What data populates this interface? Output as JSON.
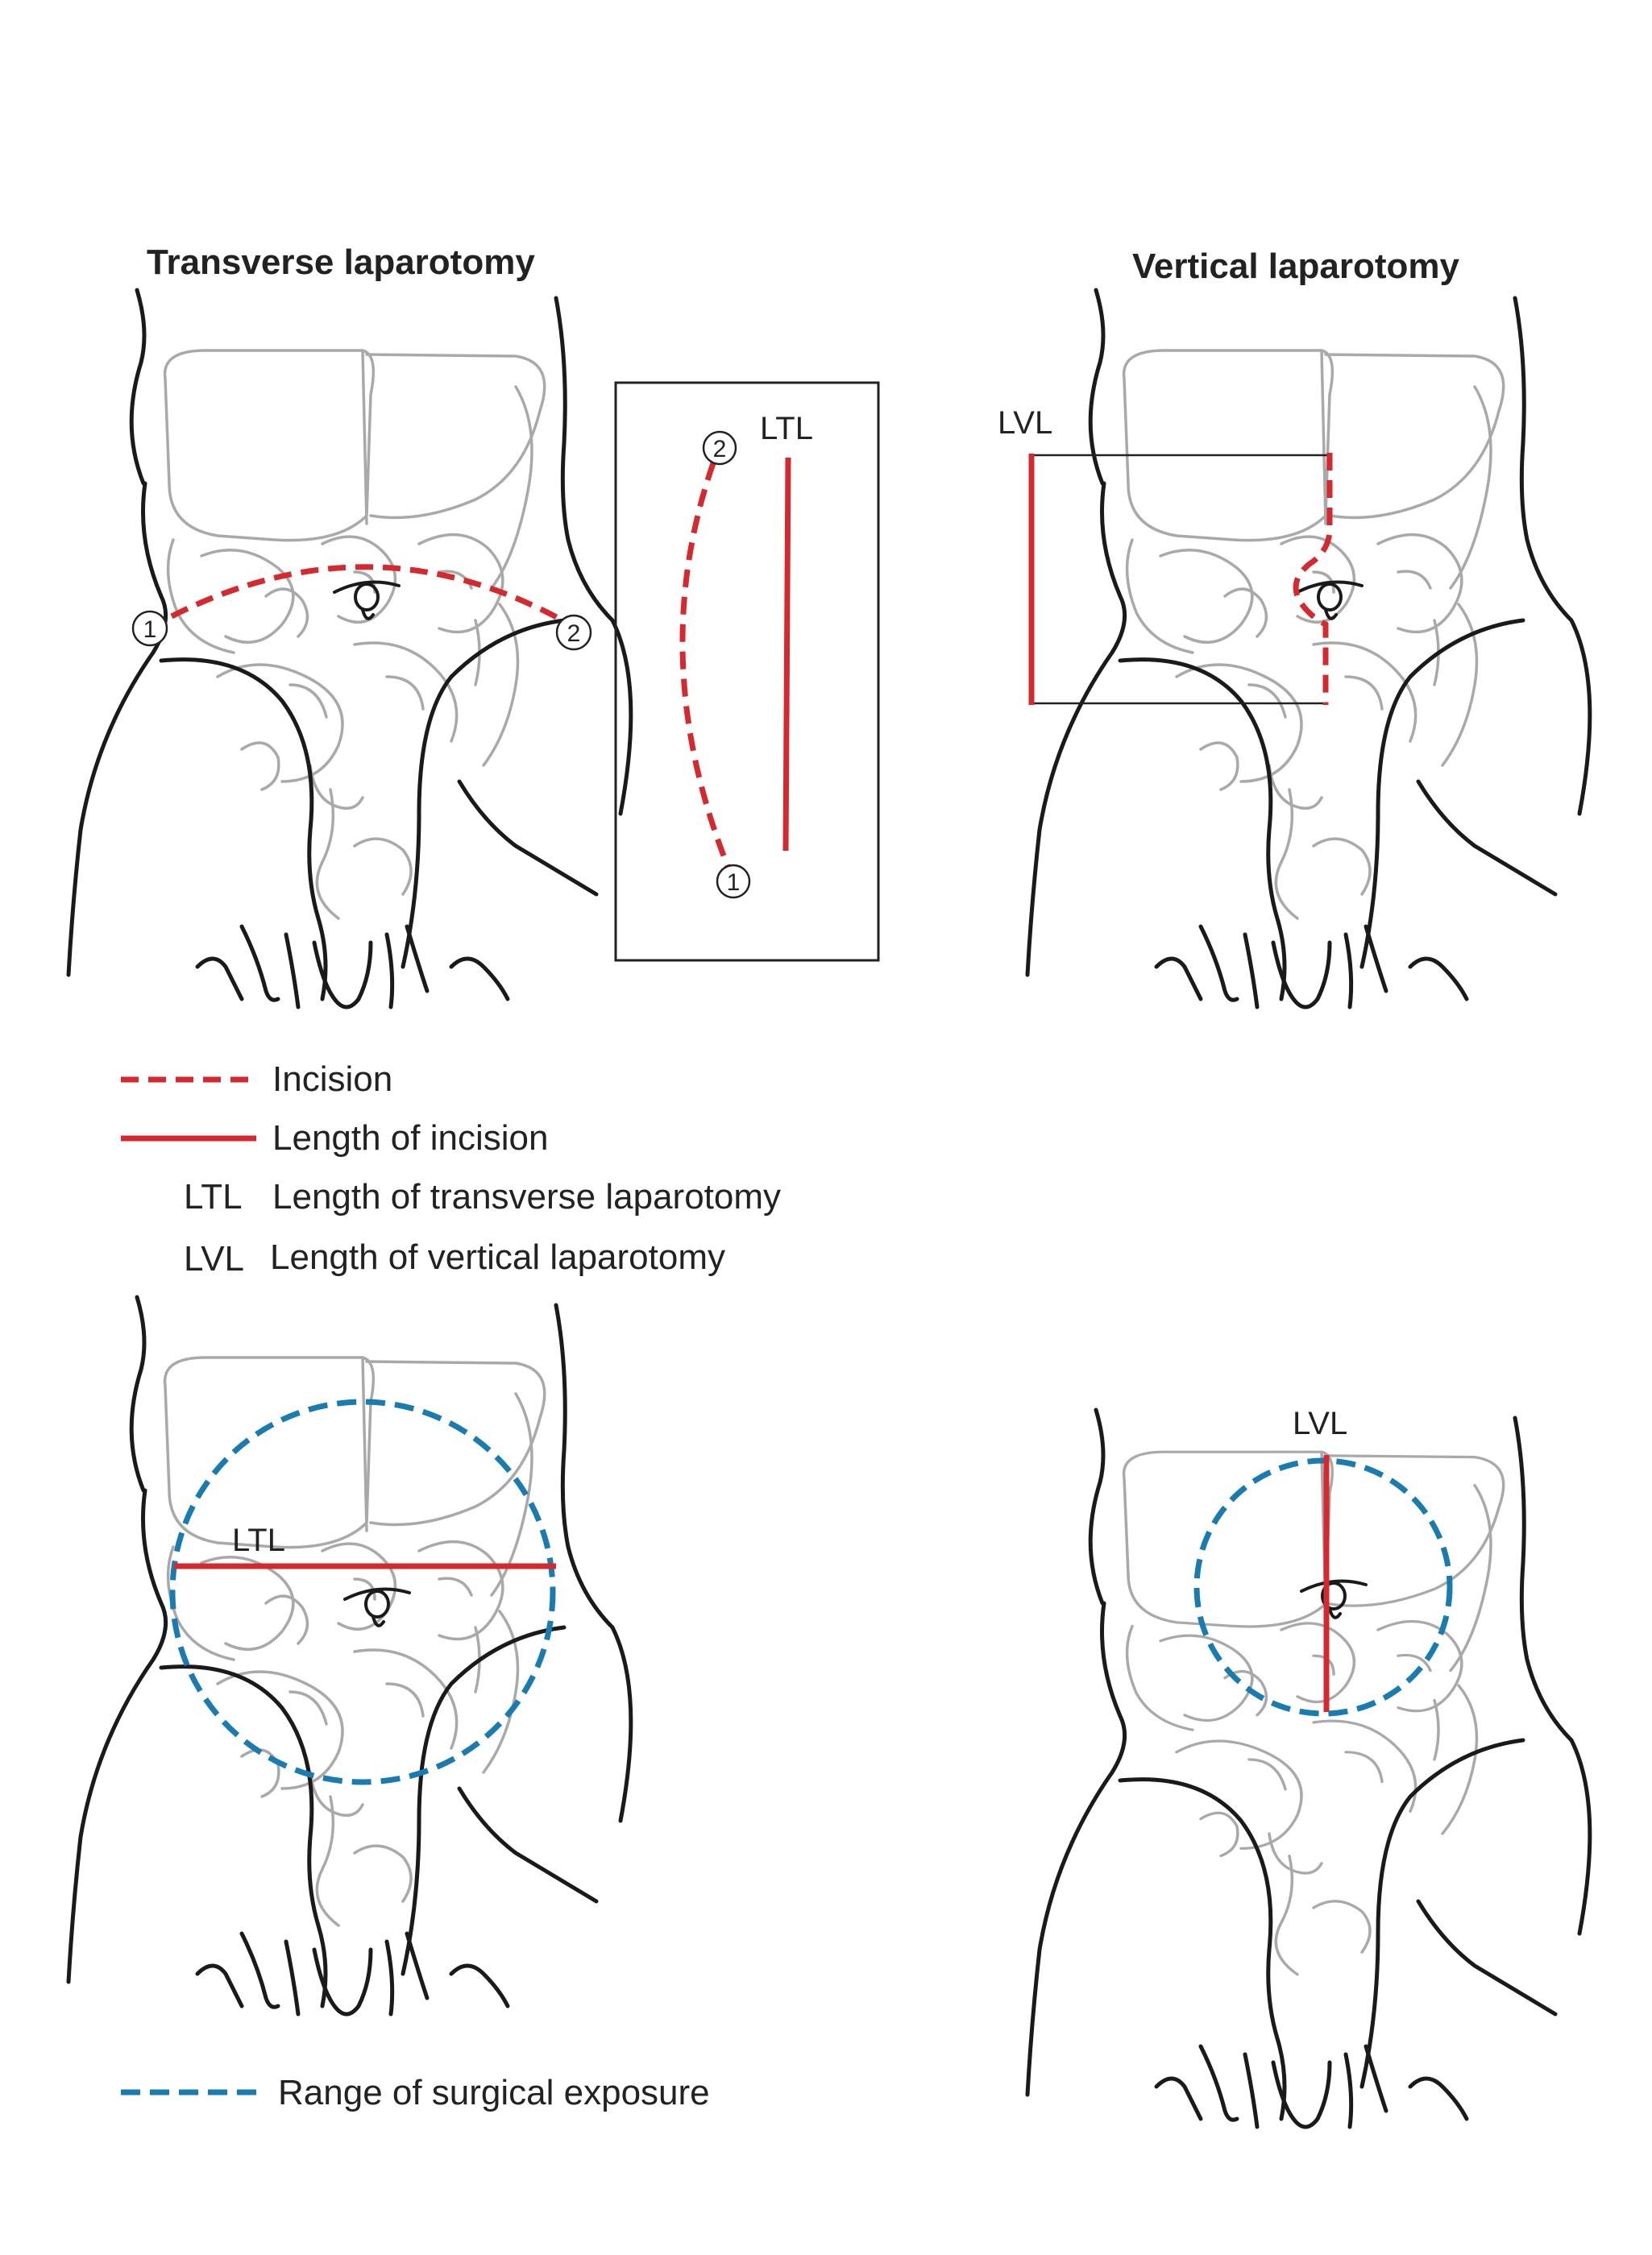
{
  "titles": {
    "transverse": "Transverse laparotomy",
    "vertical": "Vertical laparotomy"
  },
  "labels": {
    "ltl": "LTL",
    "lvl": "LVL",
    "point1": "1",
    "point2": "2"
  },
  "legend": {
    "incision": "Incision",
    "length_of_incision": "Length of incision",
    "ltl_abbr": "LTL",
    "ltl_text": "Length of transverse laparotomy",
    "lvl_abbr": "LVL",
    "lvl_text": "Length of vertical laparotomy",
    "exposure": "Range of surgical exposure"
  },
  "colors": {
    "incision_red": "#d42a2f",
    "exposure_blue": "#1a7bb0",
    "organ_gray": "#a9a9a9",
    "outline_black": "#1a1a1a"
  }
}
